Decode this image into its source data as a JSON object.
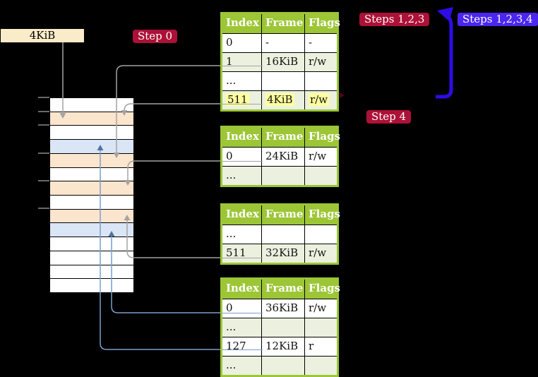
{
  "labels": {
    "cr3_value": "4KiB",
    "step0": "Step 0",
    "steps123": "Steps 1,2,3",
    "steps1234": "Steps 1,2,3,4",
    "step4": "Step 4"
  },
  "table_headers": [
    "Index",
    "Frame",
    "Flags"
  ],
  "page_tables": [
    {
      "name": "page-table-level-4",
      "rows": [
        {
          "index": "0",
          "frame": "-",
          "flags": "-",
          "shade": "white"
        },
        {
          "index": "1",
          "frame": "16KiB",
          "flags": "r/w",
          "shade": "green",
          "pointer": "gray"
        },
        {
          "index": "...",
          "frame": "",
          "flags": "",
          "shade": "white"
        },
        {
          "index": "511",
          "frame": "4KiB",
          "flags": "r/w",
          "shade": "green",
          "pointer": "gray",
          "highlight": true
        }
      ]
    },
    {
      "name": "page-table-level-3",
      "rows": [
        {
          "index": "0",
          "frame": "24KiB",
          "flags": "r/w",
          "shade": "white",
          "pointer": "gray"
        },
        {
          "index": "...",
          "frame": "",
          "flags": "",
          "shade": "green"
        }
      ]
    },
    {
      "name": "page-table-level-2",
      "rows": [
        {
          "index": "...",
          "frame": "",
          "flags": "",
          "shade": "white"
        },
        {
          "index": "511",
          "frame": "32KiB",
          "flags": "r/w",
          "shade": "green",
          "pointer": "gray"
        }
      ]
    },
    {
      "name": "page-table-level-1",
      "rows": [
        {
          "index": "0",
          "frame": "36KiB",
          "flags": "r/w",
          "shade": "white",
          "pointer": "blue"
        },
        {
          "index": "...",
          "frame": "",
          "flags": "",
          "shade": "green"
        },
        {
          "index": "127",
          "frame": "12KiB",
          "flags": "r",
          "shade": "white",
          "pointer": "blue"
        },
        {
          "index": "...",
          "frame": "",
          "flags": "",
          "shade": "green"
        }
      ]
    }
  ],
  "memory_column": {
    "row_colors": [
      "white",
      "peach",
      "white",
      "blue",
      "peach",
      "white",
      "peach",
      "white",
      "peach",
      "blue",
      "white",
      "white",
      "white",
      "white"
    ]
  },
  "connections": [
    {
      "from": "cr3-box",
      "to": "memory-frame-4KiB",
      "color": "gray"
    },
    {
      "from": "level4-entry-1",
      "to": "memory-frame-16KiB",
      "color": "gray"
    },
    {
      "from": "level4-entry-511",
      "to": "memory-frame-4KiB",
      "color": "gray"
    },
    {
      "from": "level3-entry-0",
      "to": "memory-frame-24KiB",
      "color": "gray"
    },
    {
      "from": "level2-entry-511",
      "to": "memory-frame-32KiB",
      "color": "gray"
    },
    {
      "from": "level1-entry-0",
      "to": "memory-page-36KiB",
      "color": "blue"
    },
    {
      "from": "level1-entry-127",
      "to": "memory-page-12KiB",
      "color": "blue"
    },
    {
      "from": "level4-entry-511",
      "to": "level4-table",
      "color": "thick-blue",
      "label": "Steps 1,2,3,4"
    }
  ],
  "colors": {
    "background": "#000000",
    "table_header_green": "#9CC636",
    "table_row_green": "#EBF1DE",
    "highlight_yellow": "#FFFF9E",
    "frame_peach": "#FCE5CD",
    "page_blue": "#DAE5F6",
    "label_crimson": "#AC1137",
    "label_blue": "#4B26F0",
    "loop_arrow_blue": "#2E0CE4",
    "pointer_gray": "#A3A3A3",
    "pointer_blue": "#7D9DCB",
    "cr3_cream": "#FAEBC9"
  }
}
